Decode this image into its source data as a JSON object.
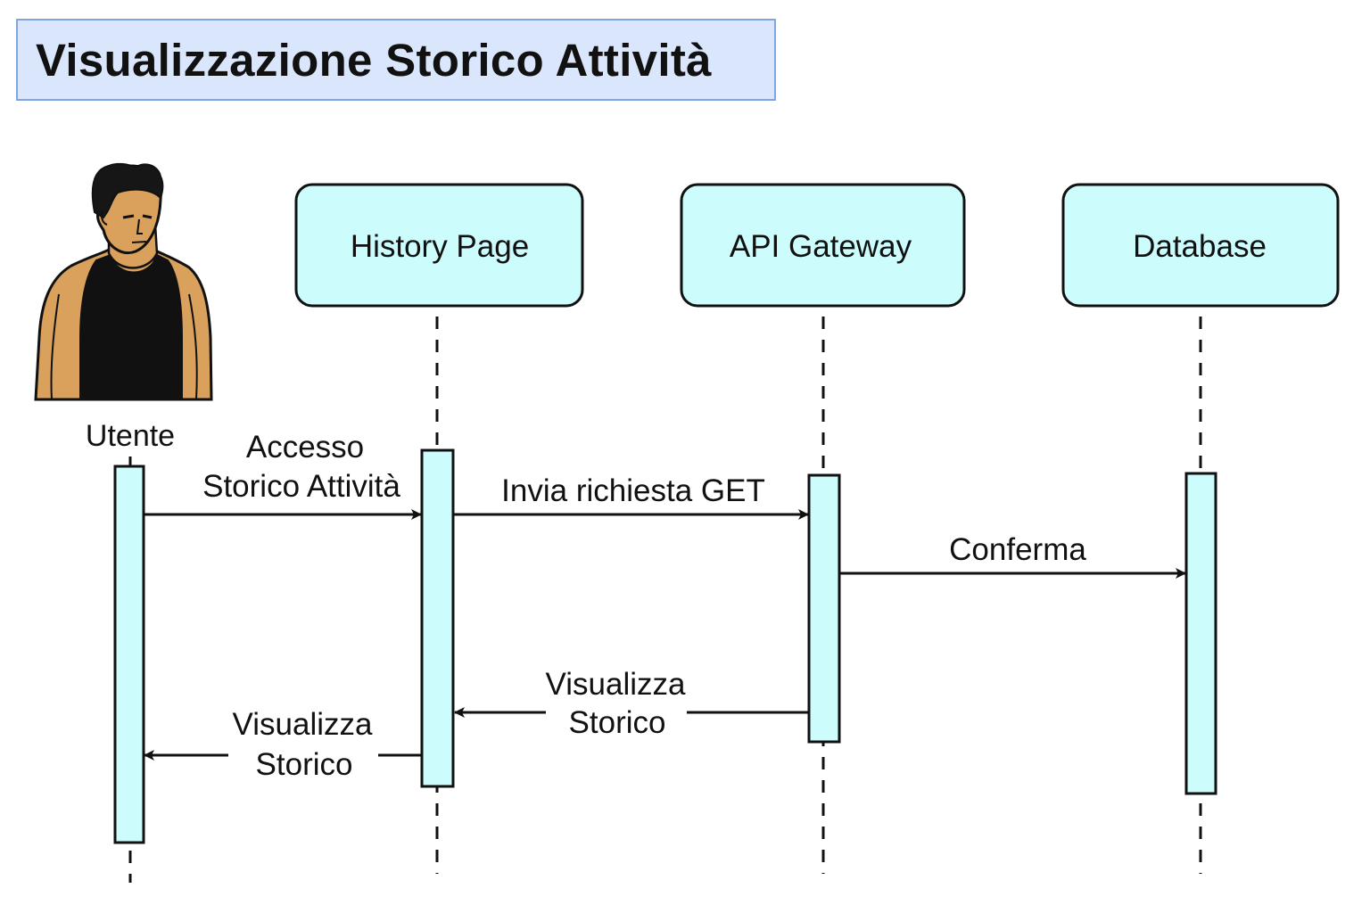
{
  "title": "Visualizzazione Storico Attività",
  "actor": {
    "label": "Utente",
    "icon": "man-in-tank-top-icon"
  },
  "participants": [
    {
      "id": "history",
      "label": "History Page"
    },
    {
      "id": "gateway",
      "label": "API Gateway"
    },
    {
      "id": "database",
      "label": "Database"
    }
  ],
  "messages": [
    {
      "from": "Utente",
      "to": "History Page",
      "kind": "call",
      "lines": [
        "Accesso",
        "Storico Attività"
      ]
    },
    {
      "from": "History Page",
      "to": "API Gateway",
      "kind": "call",
      "lines": [
        "Invia richiesta GET"
      ]
    },
    {
      "from": "API Gateway",
      "to": "Database",
      "kind": "call",
      "lines": [
        "Conferma"
      ]
    },
    {
      "from": "API Gateway",
      "to": "History Page",
      "kind": "return",
      "lines": [
        "Visualizza",
        "Storico"
      ]
    },
    {
      "from": "History Page",
      "to": "Utente",
      "kind": "return",
      "lines": [
        "Visualizza",
        "Storico"
      ]
    }
  ],
  "colors": {
    "title_fill": "#d9e6fb",
    "title_border": "#7ea6e0",
    "box_fill": "#ccfcfc",
    "stroke": "#111111",
    "skin": "#d9a15c",
    "hair": "#161616",
    "shirt": "#111111"
  }
}
